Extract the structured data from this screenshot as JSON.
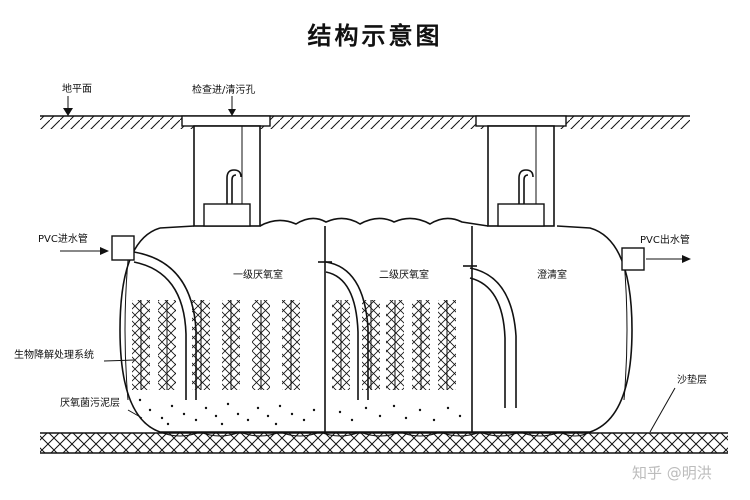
{
  "title": "结构示意图",
  "labels": {
    "ground": "地平面",
    "inspection": "检查进/清污孔",
    "pvc_in": "PVC进水管",
    "pvc_out": "PVC出水管",
    "bio_system": "生物降解处理系统",
    "sludge": "厌氧菌污泥层",
    "sand": "沙垫层"
  },
  "chambers": {
    "first": "一级厌氧室",
    "second": "二级厌氧室",
    "clear": "澄清室"
  },
  "watermark": "知乎 @明洪"
}
